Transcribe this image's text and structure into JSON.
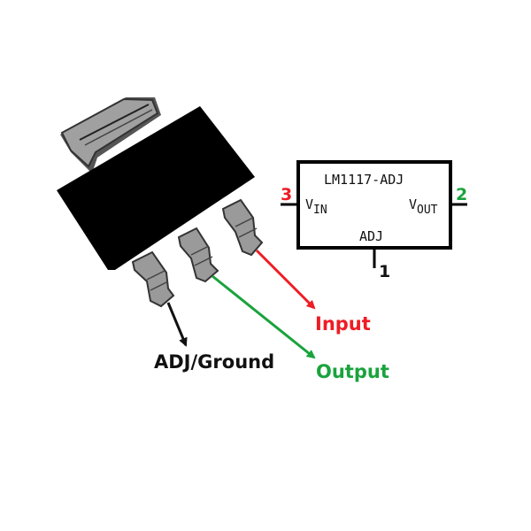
{
  "diagram": {
    "title": "LM1117-ADJ pinout",
    "schematic": {
      "part_name": "LM1117-ADJ",
      "vin_main": "V",
      "vin_sub": "IN",
      "vout_main": "V",
      "vout_sub": "OUT",
      "adj_label": "ADJ",
      "pin_vin": "3",
      "pin_vout": "2",
      "pin_adj": "1"
    },
    "callouts": {
      "input": "Input",
      "output": "Output",
      "adj_ground": "ADJ/Ground"
    },
    "colors": {
      "input": "#ee1c24",
      "output": "#1aa33c",
      "adj": "#111111",
      "body": "#000000",
      "lead": "#9a9a9a"
    }
  }
}
